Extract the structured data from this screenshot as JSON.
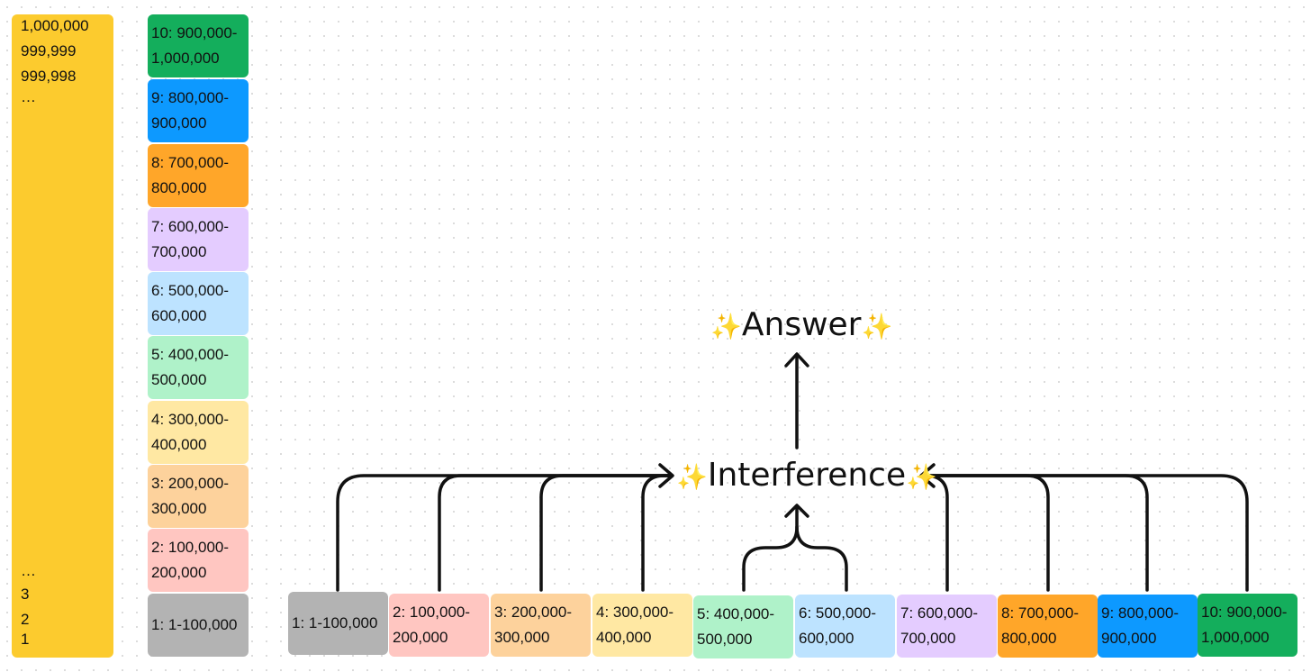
{
  "count_column": {
    "top_lines": [
      "1,000,000",
      "999,999",
      "999,998",
      "…"
    ],
    "bottom_lines": [
      "…",
      "3",
      "2",
      "1"
    ]
  },
  "chunks": [
    {
      "id": 1,
      "line1": "1: 1-100,000",
      "line2": "",
      "color": "#b3b3b3"
    },
    {
      "id": 2,
      "line1": "2: 100,000-",
      "line2": "200,000",
      "color": "#ffc6c1"
    },
    {
      "id": 3,
      "line1": "3: 200,000-",
      "line2": "300,000",
      "color": "#fdd29c"
    },
    {
      "id": 4,
      "line1": "4: 300,000-",
      "line2": "400,000",
      "color": "#ffe8a3"
    },
    {
      "id": 5,
      "line1": "5: 400,000-",
      "line2": "500,000",
      "color": "#aff2c9"
    },
    {
      "id": 6,
      "line1": "6: 500,000-",
      "line2": "600,000",
      "color": "#bde3ff"
    },
    {
      "id": 7,
      "line1": "7: 600,000-",
      "line2": "700,000",
      "color": "#e4ccff"
    },
    {
      "id": 8,
      "line1": "8: 700,000-",
      "line2": "800,000",
      "color": "#ffa629"
    },
    {
      "id": 9,
      "line1": "9: 800,000-",
      "line2": "900,000",
      "color": "#0d99ff"
    },
    {
      "id": 10,
      "line1": "10: 900,000-",
      "line2": "1,000,000",
      "color": "#14ae5c"
    }
  ],
  "interference_label": "Interference",
  "answer_label": "Answer",
  "sparkle": "✨"
}
